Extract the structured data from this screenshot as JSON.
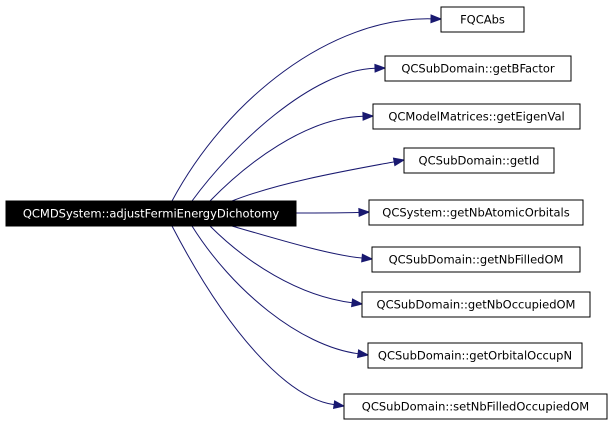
{
  "source": {
    "label": "QCMDSystem::adjustFermiEnergyDichotomy"
  },
  "targets": [
    {
      "label": "FQCAbs"
    },
    {
      "label": "QCSubDomain::getBFactor"
    },
    {
      "label": "QCModelMatrices::getEigenVal"
    },
    {
      "label": "QCSubDomain::getId"
    },
    {
      "label": "QCSystem::getNbAtomicOrbitals"
    },
    {
      "label": "QCSubDomain::getNbFilledOM"
    },
    {
      "label": "QCSubDomain::getNbOccupiedOM"
    },
    {
      "label": "QCSubDomain::getOrbitalOccupN"
    },
    {
      "label": "QCSubDomain::setNbFilledOccupiedOM"
    }
  ],
  "colors": {
    "edge": "#191970",
    "source_fill": "#000000",
    "source_text": "#ffffff",
    "node_border": "#000000"
  }
}
